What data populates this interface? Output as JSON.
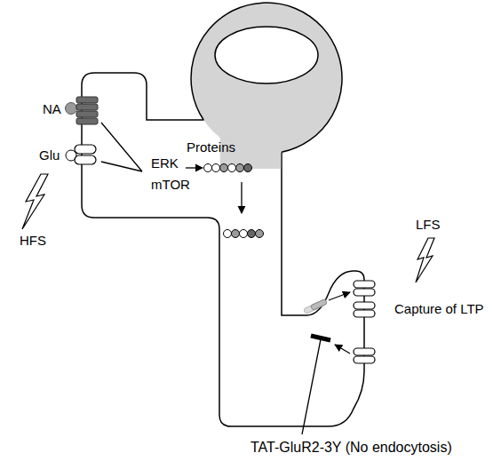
{
  "diagram": {
    "labels": [
      "NA",
      "Glu",
      "HFS",
      "ERK",
      "mTOR",
      "Proteins",
      "LFS",
      "Capture of LTP",
      "TAT-GluR2-3Y (No endocytosis)"
    ]
  }
}
